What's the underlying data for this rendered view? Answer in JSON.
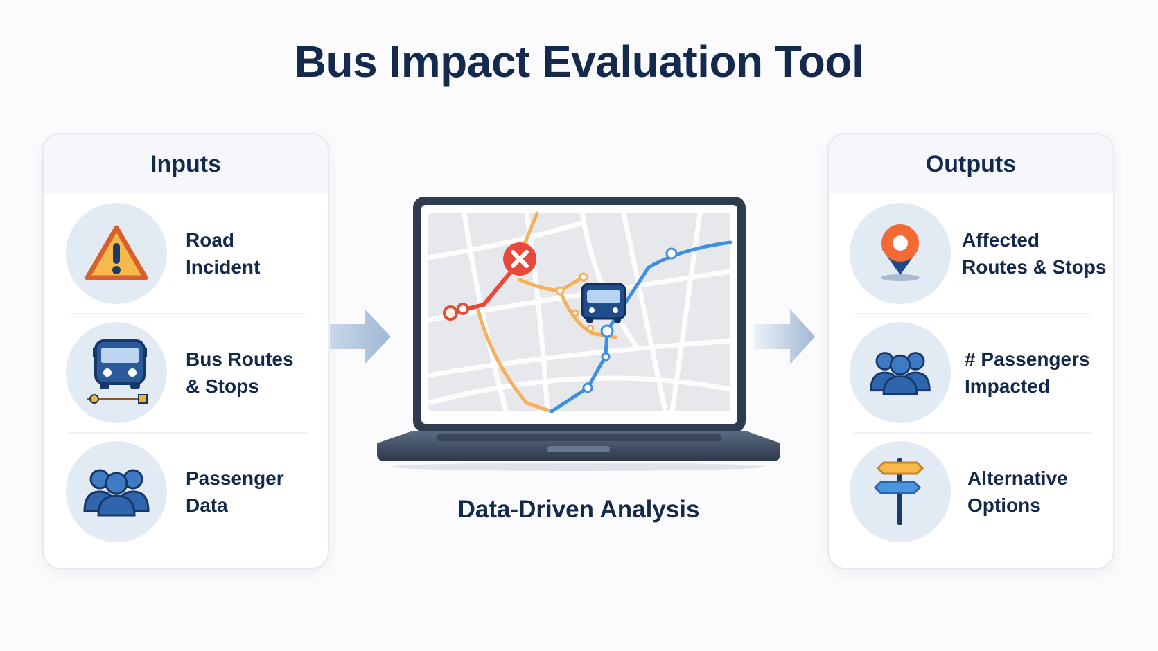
{
  "title": "Bus Impact Evaluation Tool",
  "inputs": {
    "heading": "Inputs",
    "items": [
      {
        "line1": "Road",
        "line2": "Incident",
        "icon": "warning-triangle-icon"
      },
      {
        "line1": "Bus Routes",
        "line2": "& Stops",
        "icon": "bus-route-icon"
      },
      {
        "line1": "Passenger",
        "line2": "Data",
        "icon": "people-group-icon"
      }
    ]
  },
  "center": {
    "caption": "Data-Driven Analysis",
    "icon": "laptop-map-icon"
  },
  "outputs": {
    "heading": "Outputs",
    "items": [
      {
        "line1": "Affected",
        "line2": "Routes & Stops",
        "icon": "map-pin-icon"
      },
      {
        "line1": "# Passengers",
        "line2": "Impacted",
        "icon": "people-group-icon"
      },
      {
        "line1": "Alternative",
        "line2": "Options",
        "icon": "signpost-icon"
      }
    ]
  },
  "colors": {
    "title": "#142a4c",
    "circle_bg": "#e2eaf4",
    "arrow": "#a9bfd8",
    "disrupted_route": "#e8483a",
    "detour_route": "#f6b05a",
    "active_route": "#3d8fe0",
    "laptop_frame": "#2f3b4f"
  }
}
